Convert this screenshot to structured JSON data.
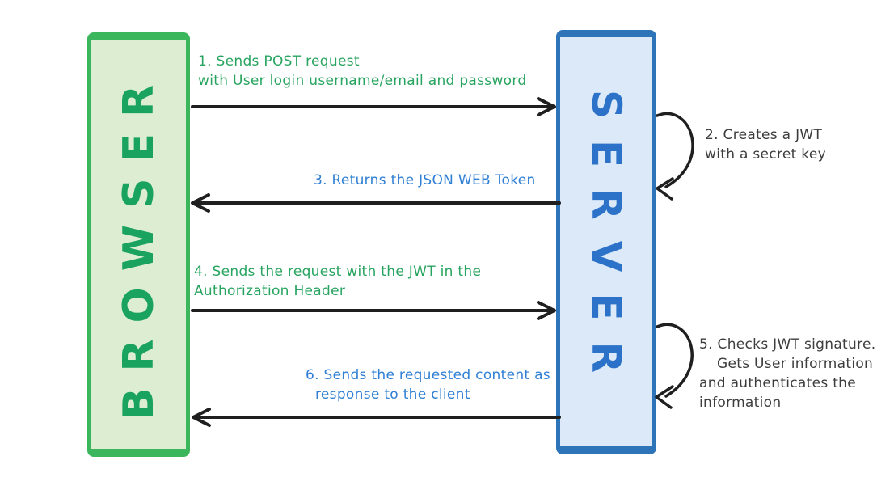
{
  "actors": {
    "browser": {
      "label": "BROWSER"
    },
    "server": {
      "label": "SERVER"
    }
  },
  "steps": {
    "s1": {
      "line1": "1. Sends POST request",
      "line2": "with User login username/email and password"
    },
    "s2": {
      "line1": "2. Creates a JWT",
      "line2": "with a secret key"
    },
    "s3": {
      "line1": "3. Returns the JSON WEB Token"
    },
    "s4": {
      "line1": "4. Sends the request with the JWT in the",
      "line2": "Authorization Header"
    },
    "s5": {
      "line1": "5. Checks JWT signature.",
      "line2": "Gets User information",
      "line3": "and authenticates the",
      "line4": "information"
    },
    "s6": {
      "line1": "6. Sends the requested content as",
      "line2": "response to the client"
    }
  },
  "colors": {
    "browser_fill": "#dcedd2",
    "browser_border": "#3bb65c",
    "browser_text": "#19a35e",
    "server_fill": "#dbe9f8",
    "server_border": "#2e74b8",
    "server_text": "#2b72c8",
    "step_green": "#27a45f",
    "step_blue": "#2f7fd4",
    "step_dark": "#3d3d3d",
    "arrow": "#1f1f1f"
  }
}
